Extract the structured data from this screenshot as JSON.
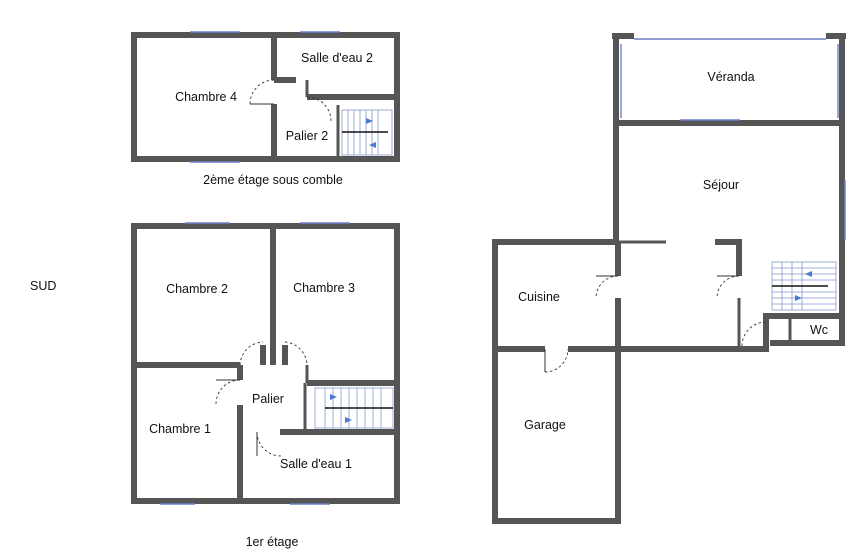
{
  "orientation": "SUD",
  "attic_floor": {
    "caption": "2ème étage sous comble",
    "rooms": {
      "chambre4": "Chambre 4",
      "salle_eau2": "Salle d'eau 2",
      "palier2": "Palier 2"
    }
  },
  "first_floor": {
    "caption": "1er étage",
    "rooms": {
      "chambre2": "Chambre 2",
      "chambre3": "Chambre 3",
      "palier": "Palier",
      "chambre1": "Chambre 1",
      "salle_eau1": "Salle d'eau 1"
    }
  },
  "ground_floor": {
    "rooms": {
      "veranda": "Véranda",
      "sejour": "Séjour",
      "cuisine": "Cuisine",
      "wc": "Wc",
      "garage": "Garage"
    }
  },
  "colors": {
    "wall": "#555555",
    "window": "#6f7fc9",
    "stair_arrow": "#4a7bd0"
  }
}
